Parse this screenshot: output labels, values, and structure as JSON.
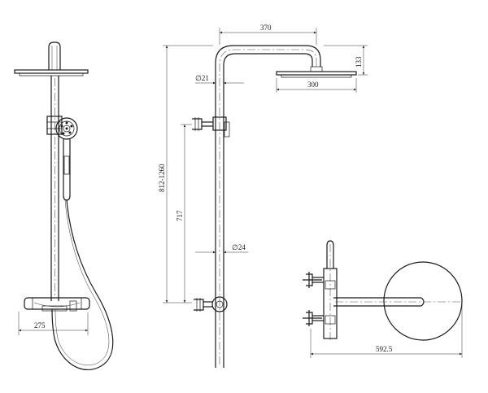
{
  "drawing": {
    "dimensions": {
      "arm_length": "370",
      "head_drop": "133",
      "head_diameter": "300",
      "upper_pipe_diameter": "∅21",
      "adjustable_height": "812-1260",
      "inlet_to_head_height": "717",
      "lower_pipe_diameter": "∅24",
      "mixer_width": "275",
      "total_depth": "592.5"
    }
  }
}
